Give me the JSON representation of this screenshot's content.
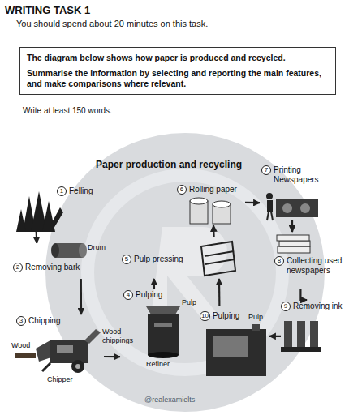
{
  "diagram": {
    "title": "Paper production and recycling",
    "nodes": [
      {
        "text": [
          "The diagram below shows how paper is produced and recycled.",
          "Summarise the information by selecting and reporting the main features, and make comparisons where relevant."
        ]
      },
      {
        "text": [
          "1",
          "Felling"
        ]
      },
      {
        "text": [
          "2",
          "Removing bark"
        ]
      },
      {
        "text": [
          "3",
          "Chipping"
        ]
      },
      {
        "text": [
          "4",
          "Pulping"
        ]
      },
      {
        "text": [
          "5",
          "Pulp pressing"
        ]
      },
      {
        "text": [
          "6",
          "Rolling paper"
        ]
      },
      {
        "text": [
          "7",
          "Printing Newspapers"
        ]
      },
      {
        "text": [
          "8",
          "Collecting used newspapers"
        ]
      },
      {
        "text": [
          "9",
          "Removing ink"
        ]
      },
      {
        "text": [
          "10",
          "Pulping"
        ]
      }
    ],
    "edges": [
      {
        "from": 1,
        "to": 2,
        "arrow": "to"
      },
      {
        "from": 2,
        "to": 3,
        "arrow": "to"
      },
      {
        "from": 3,
        "to": 4,
        "arrow": "to"
      },
      {
        "from": 4,
        "to": 5,
        "arrow": "to"
      },
      {
        "from": 5,
        "to": 6,
        "arrow": "to"
      },
      {
        "from": 6,
        "to": 7,
        "arrow": "to"
      },
      {
        "from": 7,
        "to": 8,
        "arrow": "to"
      },
      {
        "from": 8,
        "to": 9,
        "arrow": "to"
      },
      {
        "from": 9,
        "to": 10,
        "arrow": "to"
      },
      {
        "from": 10,
        "to": 5,
        "arrow": "to"
      }
    ],
    "labels": [
      "WRITING TASK 1",
      "You should spend about 20 minutes on this task.",
      "Write at least 150 words.",
      "Drum",
      "Wood chippings",
      "Wood",
      "Chipper",
      "Refiner",
      "Pulp",
      "Pulp",
      "@realexamielts"
    ]
  }
}
